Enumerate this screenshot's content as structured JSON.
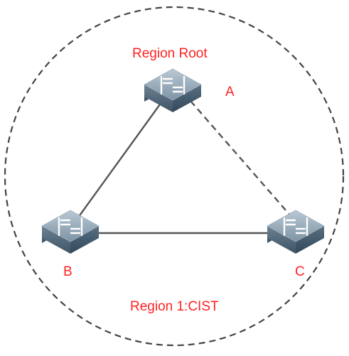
{
  "diagram": {
    "region_root_label": "Region Root",
    "region_label": "Region 1:CIST",
    "nodes": [
      {
        "id": "A",
        "label": "A",
        "icon": "network-switch-icon"
      },
      {
        "id": "B",
        "label": "B",
        "icon": "network-switch-icon"
      },
      {
        "id": "C",
        "label": "C",
        "icon": "network-switch-icon"
      }
    ],
    "links": [
      {
        "from": "A",
        "to": "B",
        "style": "solid"
      },
      {
        "from": "B",
        "to": "C",
        "style": "solid"
      },
      {
        "from": "A",
        "to": "C",
        "style": "dashed"
      }
    ],
    "colors": {
      "label": "#ff2222",
      "boundary": "#444444",
      "link": "#555555",
      "switch_top": "#8fa3b3",
      "switch_side": "#4f6575"
    }
  }
}
